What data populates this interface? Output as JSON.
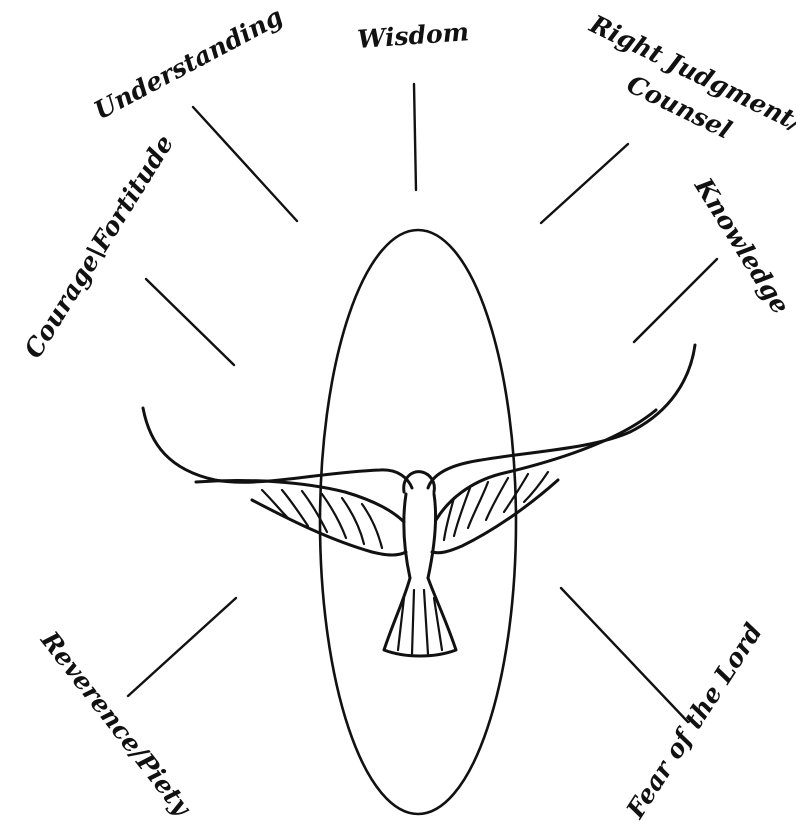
{
  "gifts": {
    "wisdom": "Wisdom",
    "understanding": "Understanding",
    "counsel_line1": "Right Judgment/",
    "counsel_line2": "Counsel",
    "knowledge": "Knowledge",
    "fortitude": "Courage\\Fortitude",
    "piety": "Reverence/Piety",
    "fear": "Fear of the Lord"
  },
  "colors": {
    "ink": "#111111",
    "background": "#ffffff"
  }
}
